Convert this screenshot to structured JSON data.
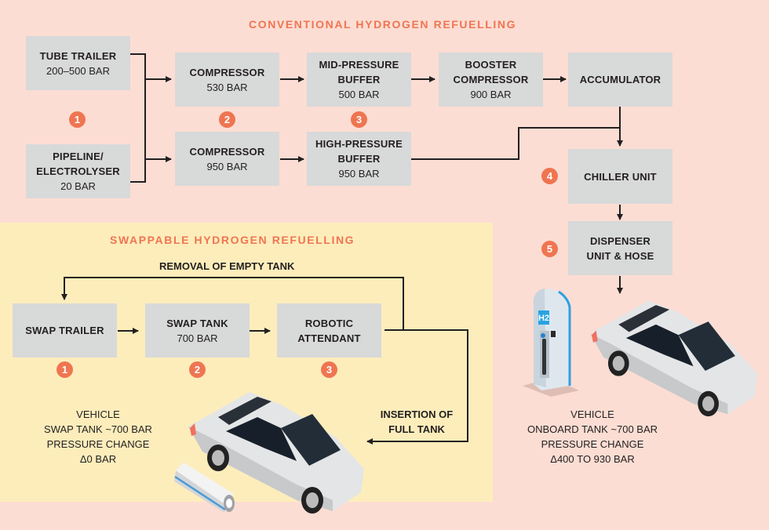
{
  "conventional": {
    "title": "CONVENTIONAL HYDROGEN REFUELLING",
    "boxes": {
      "tube_trailer": {
        "title": "TUBE TRAILER",
        "sub": "200–500  BAR"
      },
      "pipeline": {
        "title": "PIPELINE/ ELECTROLYSER",
        "sub": "20 BAR"
      },
      "compressor_530": {
        "title": "COMPRESSOR",
        "sub": "530  BAR"
      },
      "compressor_950": {
        "title": "COMPRESSOR",
        "sub": "950 BAR"
      },
      "mid_buffer": {
        "title": "MID-PRESSURE BUFFER",
        "sub": "500  BAR"
      },
      "high_buffer": {
        "title": "HIGH-PRESSURE BUFFER",
        "sub": "950 BAR"
      },
      "booster": {
        "title": "BOOSTER COMPRESSOR",
        "sub": "900  BAR"
      },
      "accumulator": {
        "title": "ACCUMULATOR",
        "sub": ""
      },
      "chiller": {
        "title": "CHILLER UNIT",
        "sub": ""
      },
      "dispenser": {
        "title": "DISPENSER UNIT & HOSE",
        "sub": ""
      }
    },
    "steps": [
      "1",
      "2",
      "3",
      "4",
      "5"
    ],
    "vehicle": {
      "line1": "VEHICLE",
      "line2": "ONBOARD TANK ~700 BAR",
      "line3": "PRESSURE CHANGE",
      "line4": "Δ400 TO 930 BAR"
    },
    "station_label": "H2"
  },
  "swappable": {
    "title": "SWAPPABLE HYDROGEN REFUELLING",
    "removal_label": "REMOVAL OF EMPTY TANK",
    "insertion_label_1": "INSERTION OF",
    "insertion_label_2": "FULL TANK",
    "boxes": {
      "swap_trailer": {
        "title": "SWAP TRAILER",
        "sub": ""
      },
      "swap_tank": {
        "title": "SWAP TANK",
        "sub": "700 BAR"
      },
      "robotic": {
        "title": "ROBOTIC ATTENDANT",
        "sub": ""
      }
    },
    "steps": [
      "1",
      "2",
      "3"
    ],
    "vehicle": {
      "line1": "VEHICLE",
      "line2": "SWAP TANK ~700 BAR",
      "line3": "PRESSURE CHANGE",
      "line4": "Δ0 BAR"
    }
  },
  "colors": {
    "background": "#fcddd3",
    "swappable_panel": "#fdedbb",
    "accent": "#ef7552",
    "box": "#d8d9d9",
    "line": "#231f20"
  }
}
